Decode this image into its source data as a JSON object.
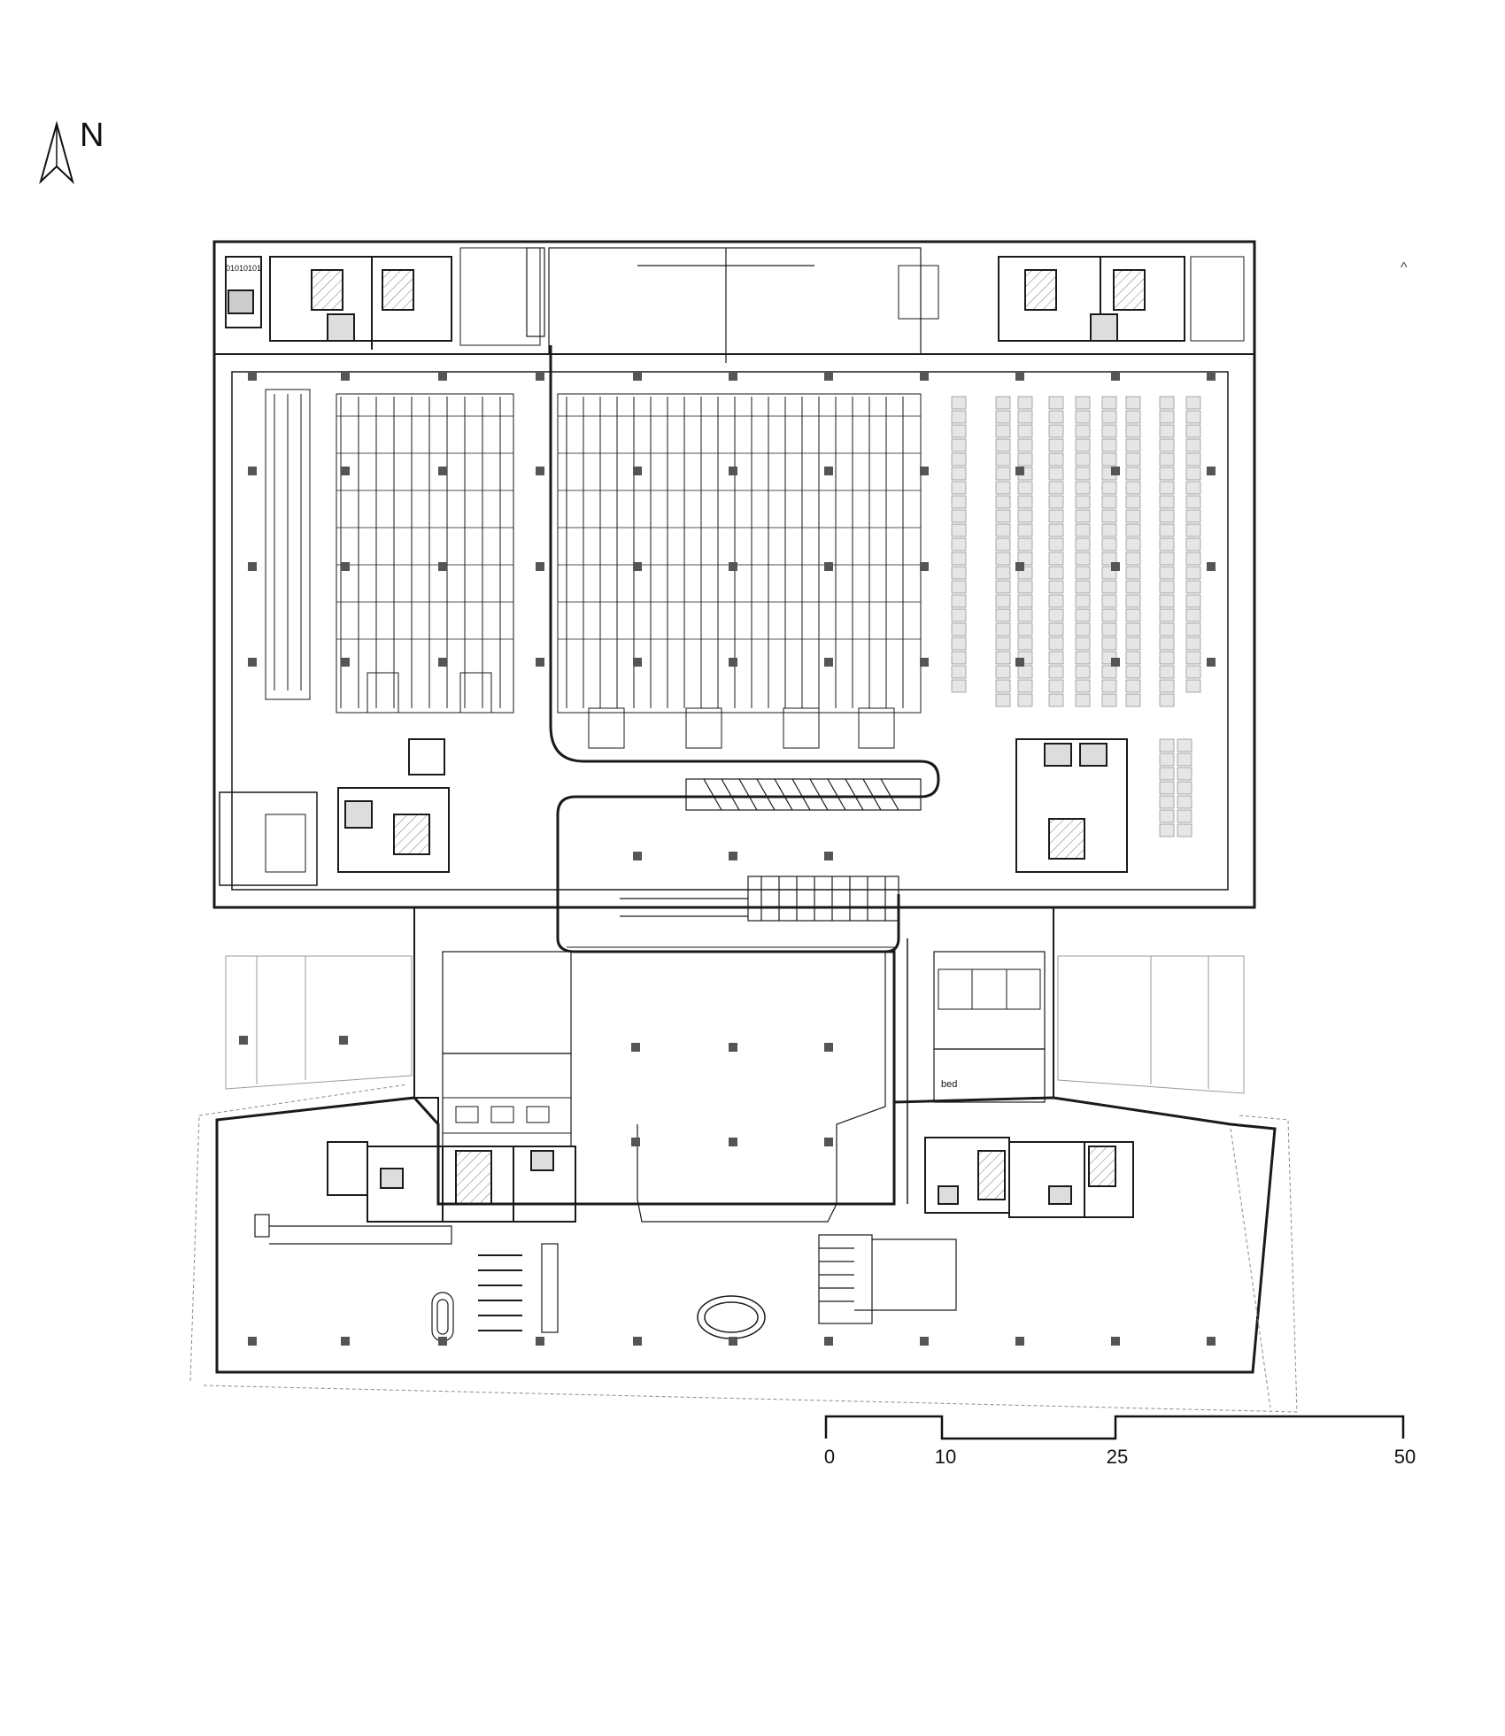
{
  "north_arrow": {
    "letter": "N",
    "icon": "north-arrow-icon"
  },
  "scale_bar": {
    "ticks": [
      "0",
      "10",
      "25",
      "50"
    ],
    "values": [
      0,
      10,
      25,
      50
    ]
  },
  "labels": {
    "stray_mark": "^",
    "bed_label": "bed",
    "equipment_code": "01010101"
  },
  "colors": {
    "line": "#1a1a1a",
    "light_line": "#8a8a8a",
    "column": "#555555",
    "background": "#ffffff"
  }
}
